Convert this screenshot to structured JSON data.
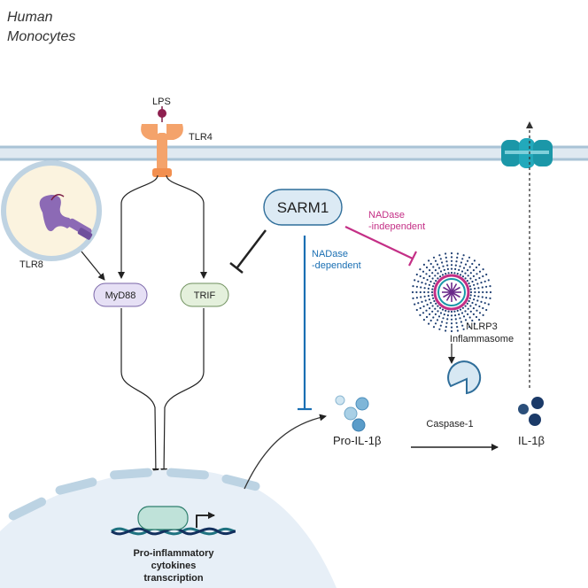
{
  "title": {
    "line1": "Human",
    "line2": "Monocytes"
  },
  "receptors": {
    "lps": "LPS",
    "tlr4": "TLR4",
    "tlr8": "TLR8"
  },
  "adaptors": {
    "myd88": "MyD88",
    "trif": "TRIF"
  },
  "sarm1": {
    "label": "SARM1",
    "nadase_dependent_1": "NADase",
    "nadase_dependent_2": "-dependent",
    "nadase_independent_1": "NADase",
    "nadase_independent_2": "-independent"
  },
  "inflammasome": {
    "line1": "NLRP3",
    "line2": "Inflammasome"
  },
  "caspase": {
    "label": "Caspase-1"
  },
  "cytokines": {
    "pro": "Pro-IL-1β",
    "mature": "IL-1β"
  },
  "nucleus": {
    "line1": "Pro-inflammatory",
    "line2": "cytokines",
    "line3": "transcription"
  },
  "colors": {
    "membrane": "#bcd3e3",
    "magenta": "#c42f86",
    "blue": "#1a6fb3",
    "sarm_fill": "#dceaf4",
    "myd88_fill": "#e6e0f5",
    "trif_fill": "#e4f0dc",
    "channel": "#1b97a8",
    "tlr4": "#f4a36b",
    "tlr8": "#8c6ab5"
  }
}
